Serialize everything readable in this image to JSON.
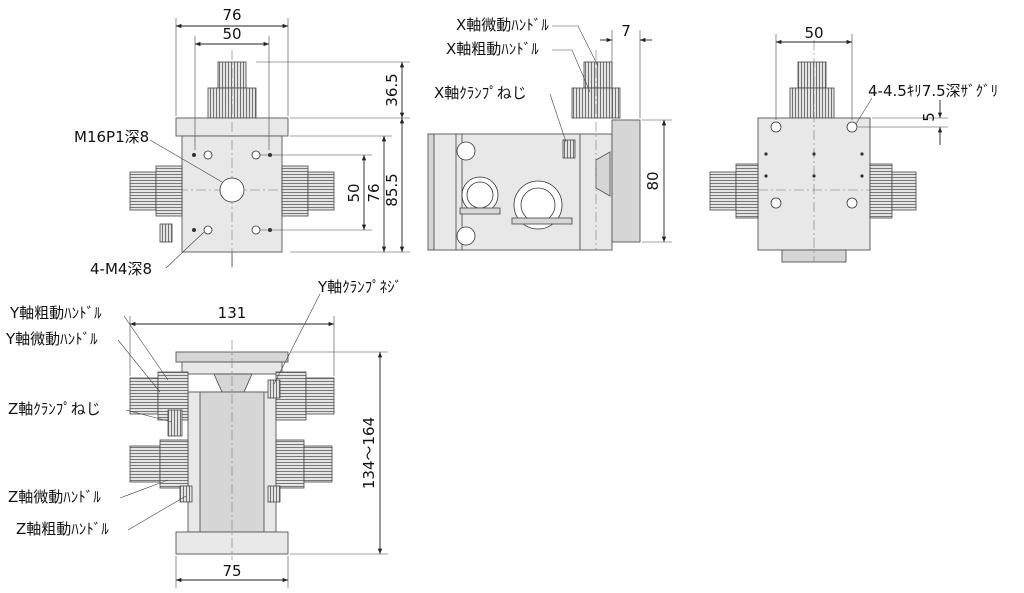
{
  "views": {
    "top": {
      "dims": {
        "width_total": "76",
        "width_inner": "50",
        "height_knob": "36.5",
        "height_inner": "50",
        "height_mid": "76",
        "height_total": "85.5"
      },
      "notes": {
        "center_hole": "M16P1深8",
        "corner_holes": "4-M4深8"
      }
    },
    "side": {
      "dims": {
        "offset": "7",
        "height": "80"
      },
      "notes": {
        "x_fine": "X軸微動ﾊﾝﾄﾞﾙ",
        "x_coarse": "X軸粗動ﾊﾝﾄﾞﾙ",
        "x_clamp": "X軸ｸﾗﾝﾌﾟねじ"
      }
    },
    "right": {
      "dims": {
        "width": "50",
        "offset": "5"
      },
      "notes": {
        "holes": "4-4.5ｷﾘ7.5深ｻﾞｸﾞﾘ"
      }
    },
    "front": {
      "dims": {
        "width_top": "131",
        "height_range": "134～164",
        "width_base": "75"
      },
      "notes": {
        "y_clamp": "Y軸ｸﾗﾝﾌﾟﾈｼﾞ",
        "y_coarse": "Y軸粗動ﾊﾝﾄﾞﾙ",
        "y_fine": "Y軸微動ﾊﾝﾄﾞﾙ",
        "z_clamp": "Z軸ｸﾗﾝﾌﾟねじ",
        "z_fine": "Z軸微動ﾊﾝﾄﾞﾙ",
        "z_coarse": "Z軸粗動ﾊﾝﾄﾞﾙ"
      }
    }
  },
  "icons": [
    "knob-icon",
    "hole-icon"
  ]
}
